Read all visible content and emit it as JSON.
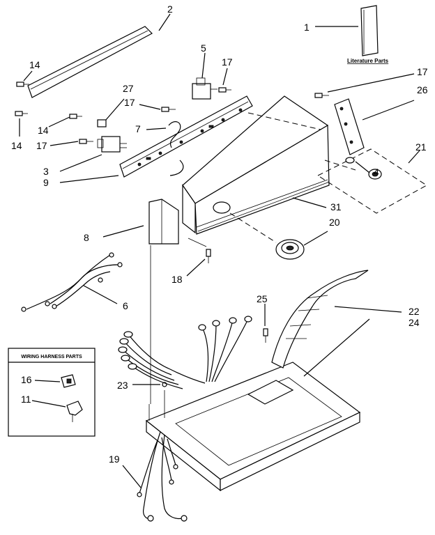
{
  "literature_label": "Literature Parts",
  "wiring_box_title": "WIRING HARNESS PARTS",
  "callouts": {
    "c1": "1",
    "c2": "2",
    "c3": "3",
    "c4": "4",
    "c5": "5",
    "c6": "6",
    "c7": "7",
    "c8": "8",
    "c9": "9",
    "c11": "11",
    "c14a": "14",
    "c14b": "14",
    "c14c": "14",
    "c16": "16",
    "c17a": "17",
    "c17b": "17",
    "c17c": "17",
    "c17d": "17",
    "c18": "18",
    "c19": "19",
    "c20": "20",
    "c21": "21",
    "c22": "22",
    "c23": "23",
    "c24": "24",
    "c25": "25",
    "c26": "26",
    "c27": "27",
    "c31": "31"
  }
}
